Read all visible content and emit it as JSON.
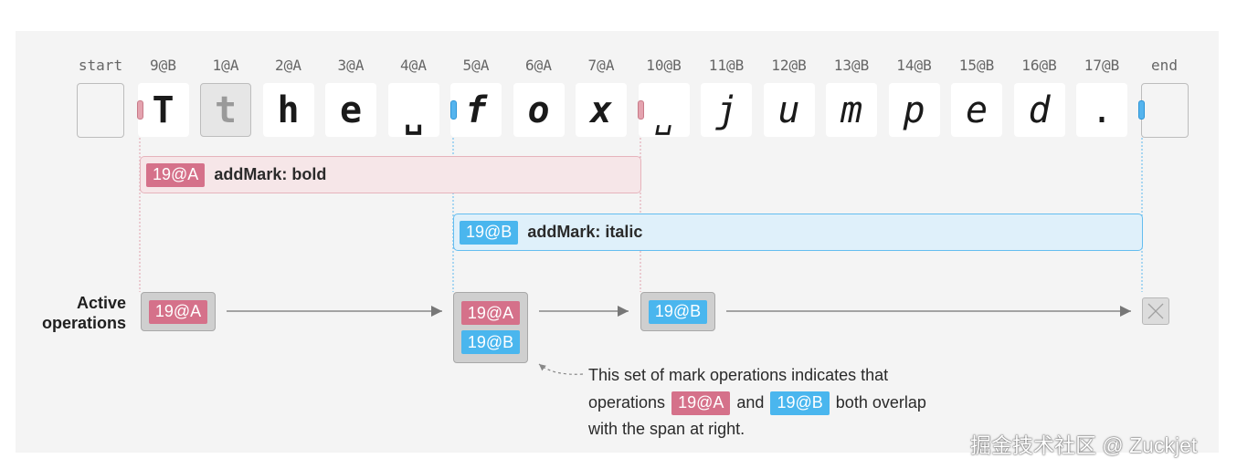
{
  "columns": [
    {
      "id": "start",
      "char": "",
      "kind": "endpoint"
    },
    {
      "id": "9@B",
      "char": "T",
      "kind": "bold"
    },
    {
      "id": "1@A",
      "char": "t",
      "kind": "deleted"
    },
    {
      "id": "2@A",
      "char": "h",
      "kind": "bold"
    },
    {
      "id": "3@A",
      "char": "e",
      "kind": "bold"
    },
    {
      "id": "4@A",
      "char": "␣",
      "kind": "bold"
    },
    {
      "id": "5@A",
      "char": "f",
      "kind": "bolditalic"
    },
    {
      "id": "6@A",
      "char": "o",
      "kind": "bolditalic"
    },
    {
      "id": "7@A",
      "char": "x",
      "kind": "bolditalic"
    },
    {
      "id": "10@B",
      "char": "␣",
      "kind": "italic"
    },
    {
      "id": "11@B",
      "char": "j",
      "kind": "italic"
    },
    {
      "id": "12@B",
      "char": "u",
      "kind": "italic"
    },
    {
      "id": "13@B",
      "char": "m",
      "kind": "italic"
    },
    {
      "id": "14@B",
      "char": "p",
      "kind": "italic"
    },
    {
      "id": "15@B",
      "char": "e",
      "kind": "italic"
    },
    {
      "id": "16@B",
      "char": "d",
      "kind": "italic"
    },
    {
      "id": "17@B",
      "char": ".",
      "kind": "normal"
    },
    {
      "id": "end",
      "char": "",
      "kind": "endpoint"
    }
  ],
  "marks": {
    "bold": {
      "op": "19@A",
      "label": "addMark: bold"
    },
    "italic": {
      "op": "19@B",
      "label": "addMark: italic"
    }
  },
  "active_ops": {
    "title_line1": "Active",
    "title_line2": "operations",
    "box1": [
      "19@A"
    ],
    "box2": [
      "19@A",
      "19@B"
    ],
    "box3": [
      "19@B"
    ]
  },
  "note": {
    "line1": "This set of mark operations indicates that",
    "line2_prefix": "operations",
    "badge_a": "19@A",
    "and": "and",
    "badge_b": "19@B",
    "line2_suffix": "both overlap",
    "line3": "with the span at right."
  },
  "watermark": "掘金技术社区 @ Zuckjet",
  "colors": {
    "red": "#d5718a",
    "blue": "#4ab6ee",
    "panel": "#f4f4f4"
  }
}
